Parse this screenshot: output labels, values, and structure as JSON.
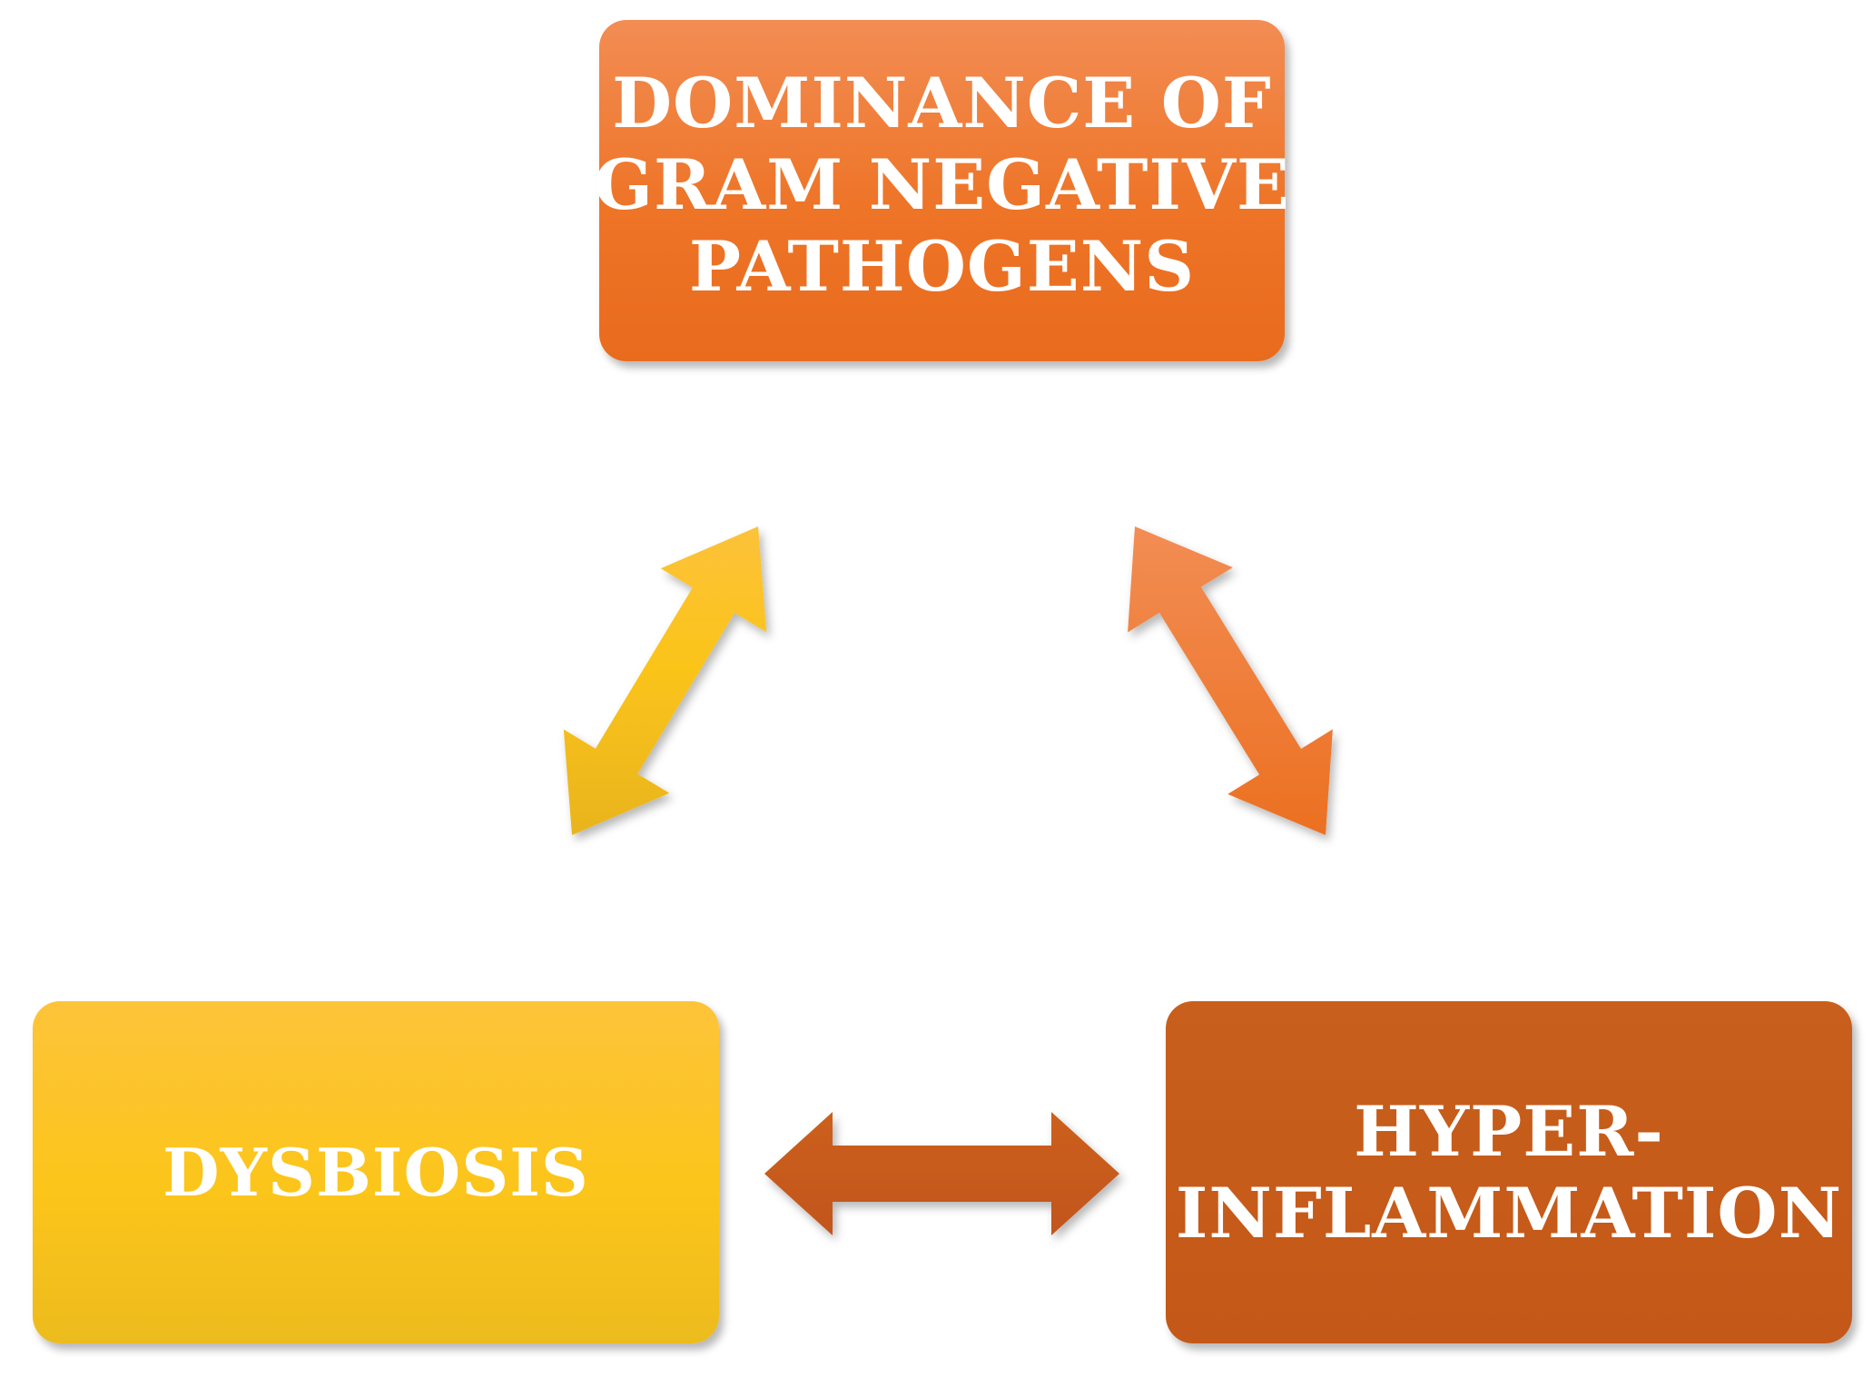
{
  "diagram": {
    "nodes": {
      "top": {
        "lines": [
          "DOMINANCE OF",
          "GRAM NEGATIVE",
          "PATHOGENS"
        ]
      },
      "left": {
        "lines": [
          "DYSBIOSIS"
        ]
      },
      "right": {
        "lines": [
          "HYPER-",
          "INFLAMMATION"
        ]
      }
    },
    "connections": [
      {
        "from": "left",
        "to": "top",
        "kind": "bidirectional"
      },
      {
        "from": "top",
        "to": "right",
        "kind": "bidirectional"
      },
      {
        "from": "left",
        "to": "right",
        "kind": "bidirectional"
      }
    ],
    "colors": {
      "top_box": "#ee7427",
      "left_box": "#fcc51a",
      "right_box": "#c45818",
      "arrow_left_top": "#f7b829",
      "arrow_top_right": "#ef7f38",
      "arrow_left_right": "#c85a1c"
    }
  }
}
